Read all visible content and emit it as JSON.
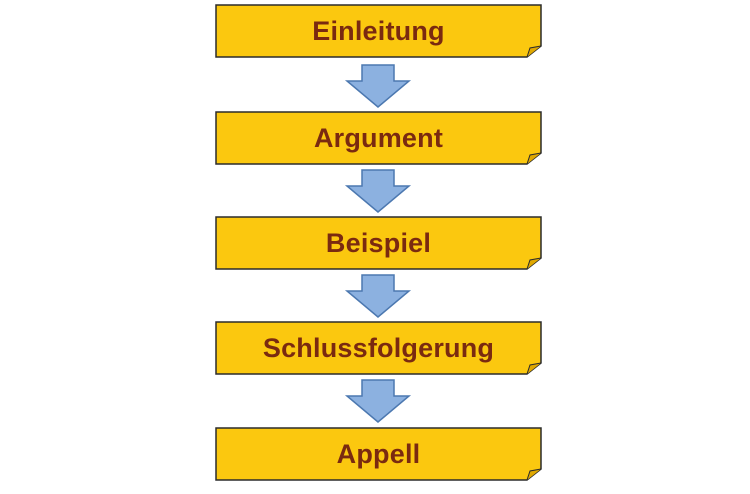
{
  "diagram": {
    "steps": [
      {
        "label": "Einleitung"
      },
      {
        "label": "Argument"
      },
      {
        "label": "Beispiel"
      },
      {
        "label": "Schlussfolgerung"
      },
      {
        "label": "Appell"
      }
    ]
  },
  "colors": {
    "box_fill": "#fbc80f",
    "box_border": "#2b2b2b",
    "text": "#7a2a10",
    "arrow_fill": "#8cb1e0",
    "arrow_border": "#4c78b0"
  }
}
